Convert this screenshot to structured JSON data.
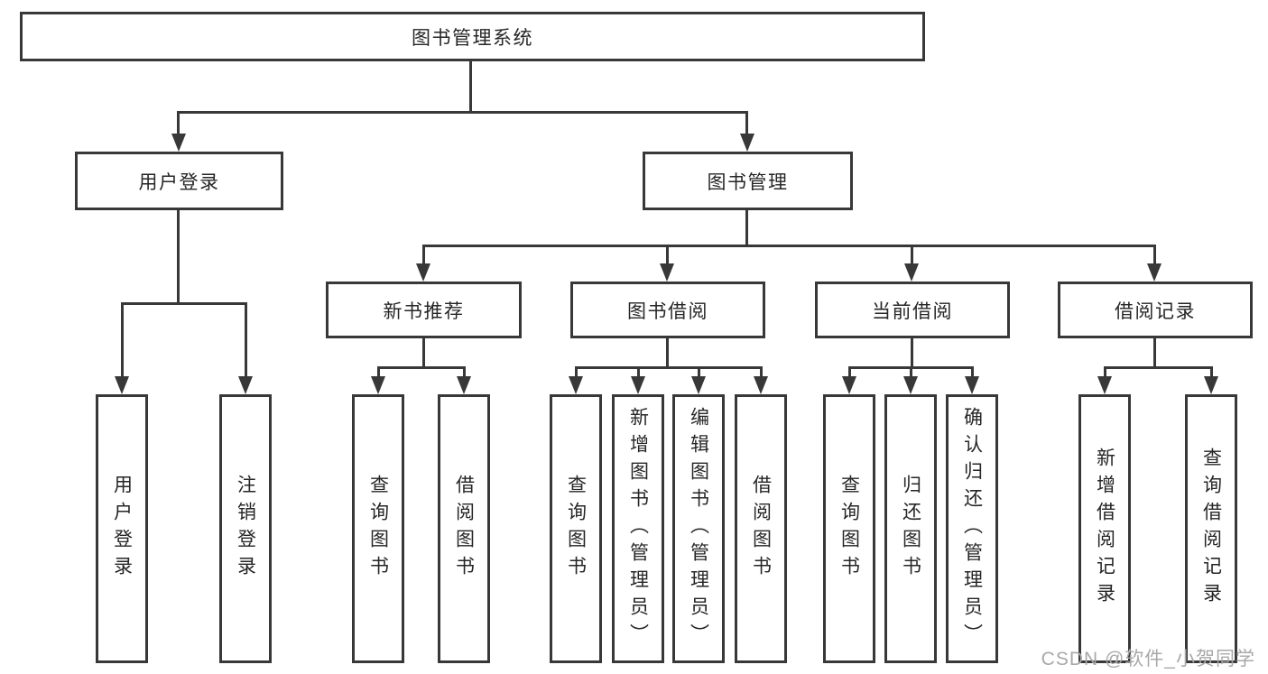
{
  "root": {
    "label": "图书管理系统"
  },
  "level2": {
    "user_login": {
      "label": "用户登录"
    },
    "book_mgmt": {
      "label": "图书管理"
    }
  },
  "level3": {
    "new_book": {
      "label": "新书推荐"
    },
    "borrow": {
      "label": "图书借阅"
    },
    "current": {
      "label": "当前借阅"
    },
    "records": {
      "label": "借阅记录"
    }
  },
  "leaves": {
    "user_login": "用户登录",
    "logout": "注销登录",
    "rec_query_books": "查询图书",
    "rec_borrow_books": "借阅图书",
    "bor_query_books": "查询图书",
    "bor_add_books": "新增图书（管理员）",
    "bor_edit_books": "编辑图书（管理员）",
    "bor_borrow_books": "借阅图书",
    "cur_query_books": "查询图书",
    "cur_return_books": "归还图书",
    "cur_confirm_return": "确认归还（管理员）",
    "log_add_record": "新增借阅记录",
    "log_query_record": "查询借阅记录"
  },
  "watermark": "CSDN @软件_小贺同学",
  "colors": {
    "line": "#383838",
    "text": "#262626",
    "background": "#ffffff",
    "watermark": "#a8a8a8"
  }
}
